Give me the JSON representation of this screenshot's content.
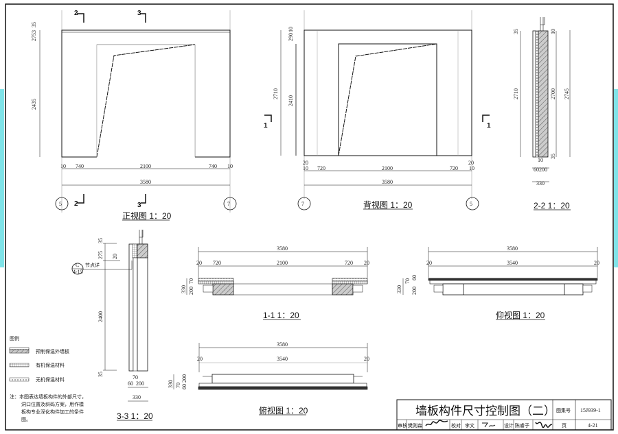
{
  "front_view": {
    "title": "正视图 1：20",
    "dims_bottom": [
      "10",
      "740",
      "2100",
      "740",
      "10"
    ],
    "overall": "3580",
    "dims_left": [
      "2753",
      "35",
      "2435"
    ],
    "axis_left": "5",
    "axis_right": "7",
    "sections": [
      "2",
      "3"
    ]
  },
  "back_view": {
    "title": "背视图 1：20",
    "dims_bottom": [
      "20",
      "10",
      "720",
      "2100",
      "720",
      "20",
      "10"
    ],
    "overall": "3580",
    "dims_left": [
      "2710",
      "2410",
      "290",
      "10"
    ],
    "axis_left": "7",
    "axis_right": "5",
    "section": "1"
  },
  "section_2_2": {
    "title": "2-2 1：20",
    "dims": [
      "2710",
      "2700",
      "2745",
      "35",
      "10",
      "35",
      "60",
      "200",
      "10",
      "330"
    ]
  },
  "section_3_3": {
    "title": "3-3 1：20",
    "dims": [
      "35",
      "275",
      "20",
      "2400",
      "35",
      "70",
      "60",
      "200",
      "330"
    ],
    "callout": {
      "letter": "C",
      "ref": "4-15",
      "label": "节点详"
    }
  },
  "section_1_1": {
    "title": "1-1 1：20",
    "overall": "3580",
    "dims": [
      "20",
      "720",
      "2100",
      "720",
      "20"
    ],
    "dims_left": [
      "330",
      "70",
      "200"
    ]
  },
  "bottom_view": {
    "title": "仰视图 1：20",
    "overall": "3580",
    "dims": [
      "20",
      "3540",
      "20"
    ],
    "dims_left": [
      "330",
      "70",
      "60",
      "200"
    ]
  },
  "top_view": {
    "title": "俯视图 1：20",
    "overall": "3580",
    "dims": [
      "20",
      "3540",
      "20"
    ],
    "dims_left": [
      "330",
      "70",
      "60",
      "200"
    ]
  },
  "legend": {
    "heading": "图例",
    "items": [
      "预制保温外墙板",
      "有机保温材料",
      "无机保温材料"
    ],
    "note": [
      "注：本图表达墙板构件的外部尺寸，",
      "洞口位置及斜码方案，用作模",
      "板构专业深化构件加工的条件",
      "图。"
    ]
  },
  "title_block": {
    "title": "墙板构件尺寸控制图（二）",
    "atlas_label": "图集号",
    "atlas_no": "15J939-1",
    "review_label": "审核",
    "reviewer": "樊则森",
    "check_label": "校对",
    "checker": "李文",
    "design_label": "设计",
    "designer": "陈睿子",
    "page_label": "页",
    "page_no": "4-21"
  },
  "colors": {
    "line": "#111111",
    "frame_strip": "#7fe3e8",
    "hatch": "#888888"
  }
}
